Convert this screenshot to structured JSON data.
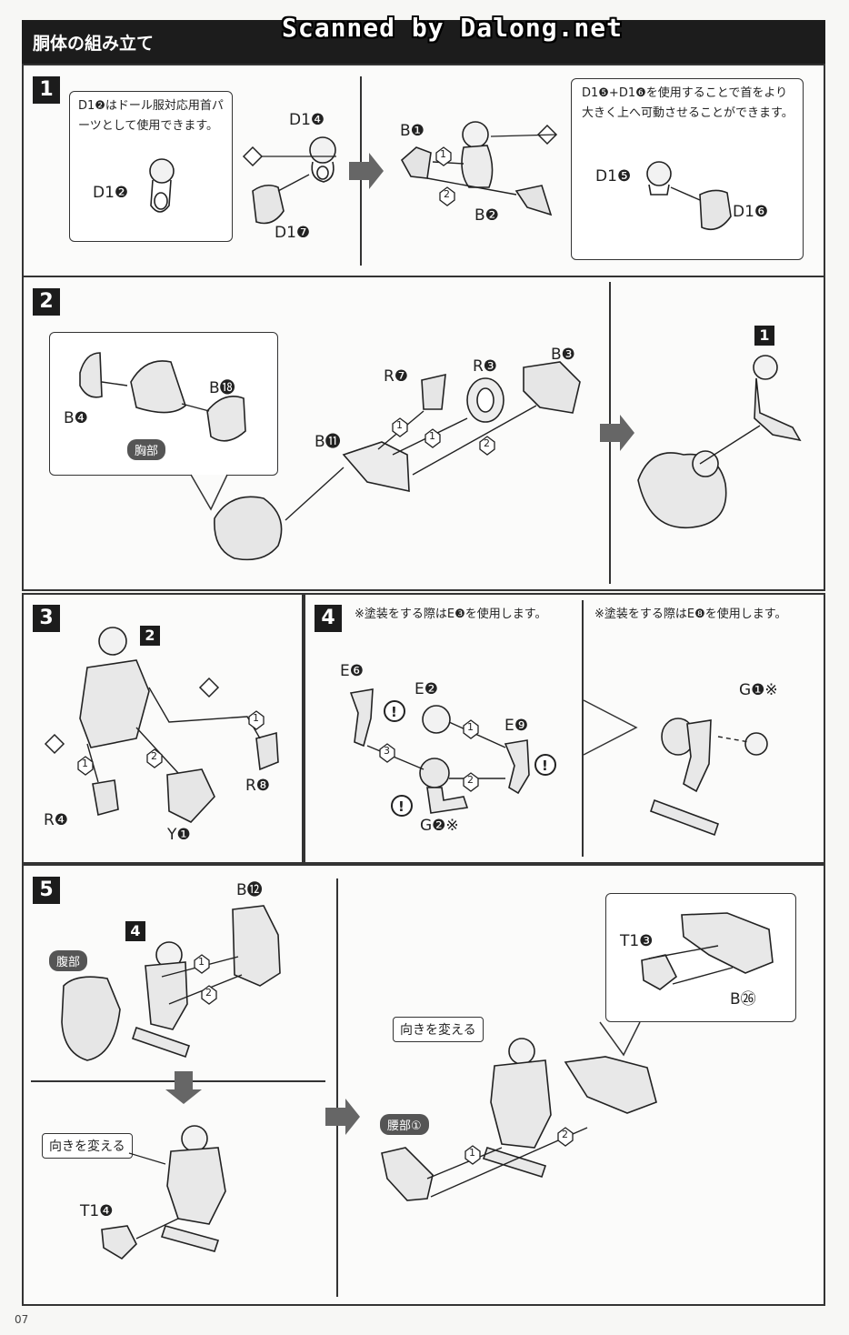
{
  "header": {
    "title": "胴体の組み立て"
  },
  "watermark": "Scanned by Dalong.net",
  "page_number": "07",
  "step1": {
    "badge": "1",
    "note_left": "D1❷はドール服対応用首パーツとして使用できます。",
    "note_left_part": "D1❷",
    "note_right": "D1❺+D1❻を使用することで首をより大きく上へ可動させることができます。",
    "labels": [
      "D1❹",
      "D1❼",
      "B❶",
      "B❷",
      "D1❺",
      "D1❻"
    ],
    "arrow_nums": [
      "1",
      "2"
    ]
  },
  "step2": {
    "badge": "2",
    "labels": [
      "B❹",
      "B⓲",
      "R❼",
      "R❸",
      "B❸",
      "B⓫"
    ],
    "chest_pill": "胸部",
    "ref_badge": "1",
    "arrow_nums": [
      "1",
      "1",
      "2"
    ]
  },
  "step3": {
    "badge": "3",
    "ref_badge": "2",
    "labels": [
      "R❹",
      "Y❶",
      "R❽"
    ],
    "arrow_nums": [
      "1",
      "2",
      "1"
    ]
  },
  "step4": {
    "badge": "4",
    "note_a": "※塗装をする際はE❸を使用します。",
    "note_b": "※塗装をする際はE❽を使用します。",
    "labels": [
      "E❻",
      "E❷",
      "E❾",
      "G❷※",
      "G❶※"
    ],
    "arrow_nums": [
      "1",
      "2",
      "3"
    ]
  },
  "step5": {
    "badge": "5",
    "ref_badge": "4",
    "waist_pill": "腹部",
    "waist_pill2": "腰部①",
    "turn_callout_1": "向きを変える",
    "turn_callout_2": "向きを変える",
    "labels": [
      "B⓬",
      "T1❹",
      "T1❸",
      "B㉖"
    ],
    "arrow_nums": [
      "1",
      "2",
      "1",
      "2"
    ]
  }
}
